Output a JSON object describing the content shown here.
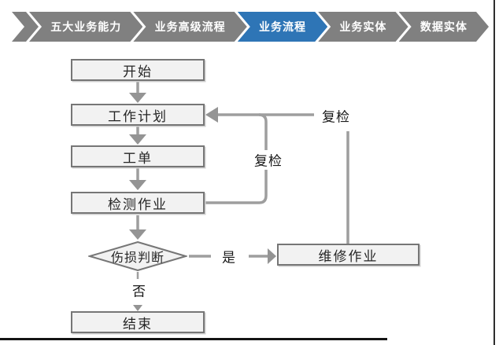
{
  "nav": {
    "items": [
      {
        "label": "五大业务能力",
        "active": false
      },
      {
        "label": "业务高级流程",
        "active": false
      },
      {
        "label": "业务流程",
        "active": true
      },
      {
        "label": "业务实体",
        "active": false
      },
      {
        "label": "数据实体",
        "active": false
      }
    ],
    "colors": {
      "inactive": "#808080",
      "active": "#2E75B6",
      "text": "#ffffff"
    }
  },
  "flowchart": {
    "nodes": {
      "start": "开始",
      "work_plan": "工作计划",
      "work_order": "工单",
      "inspection": "检测作业",
      "damage_decision": "伤损判断",
      "repair": "维修作业",
      "end": "结束"
    },
    "edge_labels": {
      "yes": "是",
      "no": "否",
      "recheck_left": "复检",
      "recheck_right": "复检"
    },
    "colors": {
      "node_fill": "#f2f2f2",
      "node_border": "#767676",
      "connector": "#9e9e9e",
      "text": "#262626"
    }
  }
}
